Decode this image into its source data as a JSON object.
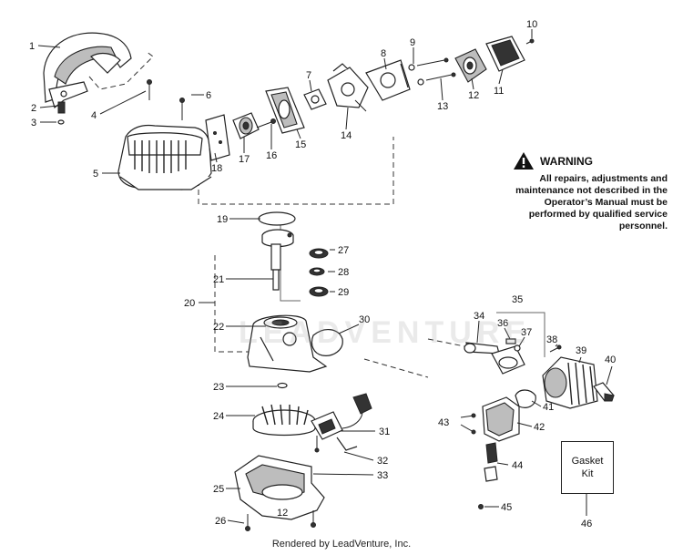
{
  "callouts": [
    "1",
    "2",
    "3",
    "4",
    "5",
    "6",
    "7",
    "8",
    "9",
    "10",
    "11",
    "12",
    "13",
    "14",
    "15",
    "16",
    "17",
    "18",
    "19",
    "20",
    "21",
    "22",
    "23",
    "24",
    "25",
    "26",
    "27",
    "28",
    "29",
    "30",
    "31",
    "32",
    "33",
    "34",
    "35",
    "36",
    "37",
    "38",
    "39",
    "40",
    "41",
    "42",
    "43",
    "44",
    "45",
    "46"
  ],
  "warning": {
    "title": "WARNING",
    "text": "All repairs, adjustments and maintenance not described in the Operator’s Manual must be performed by qualified service personnel."
  },
  "gasket_kit": {
    "line1": "Gasket",
    "line2": "Kit"
  },
  "watermark": "LEADVENTURE",
  "footer": "Rendered by LeadVenture, Inc."
}
